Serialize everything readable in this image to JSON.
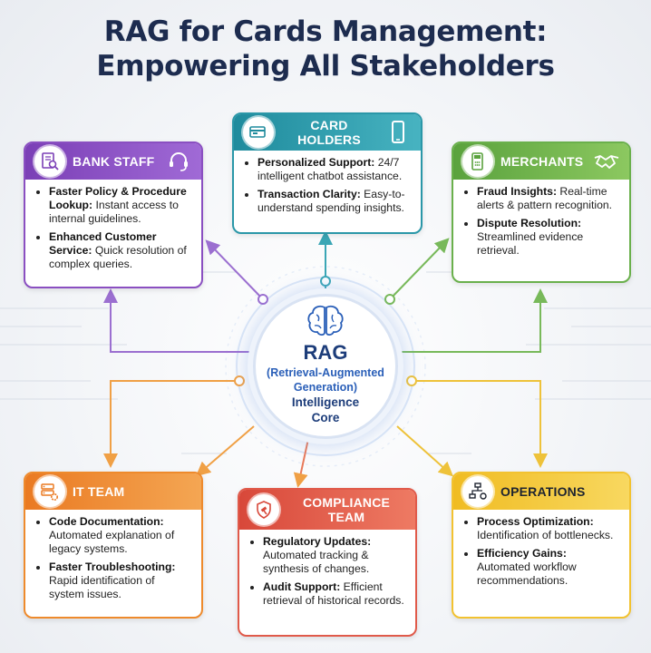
{
  "title": {
    "line1": "RAG for Cards Management:",
    "line2": "Empowering All Stakeholders"
  },
  "core": {
    "line1": "RAG",
    "line2": "(Retrieval-Augmented",
    "line3": "Generation)",
    "line4": "Intelligence",
    "line5": "Core",
    "icon": "brain-icon"
  },
  "cards": {
    "bank_staff": {
      "title": "BANK STAFF",
      "color": "#8a4fc1",
      "icons": [
        "document-search-icon",
        "headset-icon"
      ],
      "items": [
        {
          "bold": "Faster Policy & Procedure Lookup:",
          "text": " Instant access to internal guidelines."
        },
        {
          "bold": "Enhanced Customer Service:",
          "text": " Quick resolution of complex queries."
        }
      ]
    },
    "card_holders": {
      "title": "CARD HOLDERS",
      "color": "#2a97a8",
      "icons": [
        "credit-card-icon",
        "smartphone-icon"
      ],
      "items": [
        {
          "bold": "Personalized Support:",
          "text": " 24/7 intelligent chatbot assistance."
        },
        {
          "bold": "Transaction Clarity:",
          "text": " Easy-to-understand spending insights."
        }
      ]
    },
    "merchants": {
      "title": "MERCHANTS",
      "color": "#6ab04c",
      "icons": [
        "pos-terminal-icon",
        "handshake-icon"
      ],
      "items": [
        {
          "bold": "Fraud Insights:",
          "text": " Real-time alerts & pattern recognition."
        },
        {
          "bold": "Dispute Resolution:",
          "text": " Streamlined evidence retrieval."
        }
      ]
    },
    "it_team": {
      "title": "IT TEAM",
      "color": "#ee8a2c",
      "icons": [
        "server-gear-icon"
      ],
      "items": [
        {
          "bold": "Code Documentation:",
          "text": " Automated explanation of legacy systems."
        },
        {
          "bold": "Faster Troubleshooting:",
          "text": " Rapid identification of system issues."
        }
      ]
    },
    "compliance": {
      "title": "COMPLIANCE",
      "title2": "TEAM",
      "color": "#e05a4a",
      "icons": [
        "shield-gavel-icon"
      ],
      "items": [
        {
          "bold": "Regulatory Updates:",
          "text": " Automated tracking & synthesis of changes."
        },
        {
          "bold": "Audit Support:",
          "text": " Efficient retrieval of historical records."
        }
      ]
    },
    "operations": {
      "title": "OPERATIONS",
      "color": "#f2c230",
      "icons": [
        "workflow-icon"
      ],
      "items": [
        {
          "bold": "Process Optimization:",
          "text": " Identification of bottlenecks."
        },
        {
          "bold": "Efficiency Gains:",
          "text": " Automated workflow recommendations."
        }
      ]
    }
  }
}
